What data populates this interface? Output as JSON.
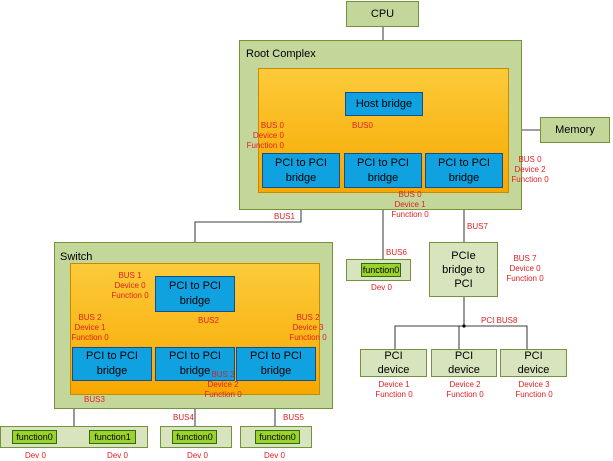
{
  "cpu": "CPU",
  "memory": "Memory",
  "root_complex": {
    "title": "Root Complex",
    "host_bridge": "Host bridge",
    "bridges": [
      "PCI to PCI\nbridge",
      "PCI to PCI\nbridge",
      "PCI to PCI\nbridge"
    ]
  },
  "switch": {
    "title": "Switch",
    "upstream_bridge": "PCI to PCI\nbridge",
    "bridges": [
      "PCI to PCI\nbridge",
      "PCI to PCI\nbridge",
      "PCI to PCI\nbridge"
    ]
  },
  "pcie_bridge": "PCIe\nbridge to\nPCI",
  "functions": {
    "bus6": "function0",
    "bus3_a": "function0",
    "bus3_b": "function1",
    "bus4": "function0",
    "bus5": "function0"
  },
  "devices": [
    "PCI\ndevice",
    "PCI\ndevice",
    "PCI\ndevice"
  ],
  "bus_labels": {
    "bus0": "BUS0",
    "bus1": "BUS1",
    "bus2": "BUS2",
    "bus3": "BUS3",
    "bus4": "BUS4",
    "bus5": "BUS5",
    "bus6": "BUS6",
    "bus7": "BUS7",
    "bus8": "PCI BUS8"
  },
  "addresses": {
    "rc_left": "BUS 0\nDevice 0\nFunction 0",
    "rc_mid": "BUS 0\nDevice 1\nFunction 0",
    "rc_right": "BUS 0\nDevice 2\nFunction 0",
    "pcie_bridge": "BUS 7\nDevice 0\nFunction 0",
    "sw_up": "BUS 1\nDevice 0\nFunction 0",
    "sw_left": "BUS 2\nDevice 1\nFunction 0",
    "sw_mid": "BUS 2\nDevice 2\nFunction 0",
    "sw_right": "BUS 2\nDevice 3\nFunction 0",
    "dev1": "Device 1\nFunction 0",
    "dev2": "Device 2\nFunction 0",
    "dev3": "Device 3\nFunction 0"
  },
  "dev_labels": {
    "bus6": "Dev 0",
    "bus3_a": "Dev 0",
    "bus3_b": "Dev 0",
    "bus4": "Dev 0",
    "bus5": "Dev 0"
  }
}
